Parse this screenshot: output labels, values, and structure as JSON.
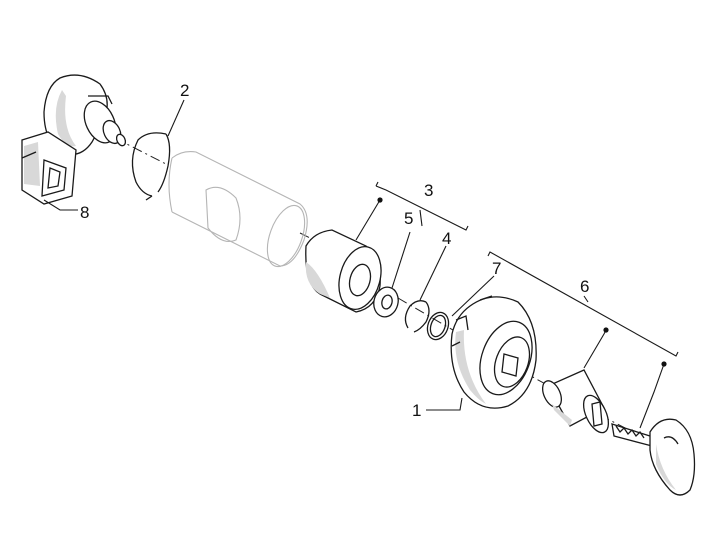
{
  "diagram": {
    "callouts": [
      {
        "id": "part-1",
        "label": "1"
      },
      {
        "id": "part-2",
        "label": "2"
      },
      {
        "id": "part-3",
        "label": "3"
      },
      {
        "id": "part-4",
        "label": "4"
      },
      {
        "id": "part-5",
        "label": "5"
      },
      {
        "id": "part-6",
        "label": "6"
      },
      {
        "id": "part-7",
        "label": "7"
      },
      {
        "id": "part-8",
        "label": "8"
      }
    ]
  }
}
